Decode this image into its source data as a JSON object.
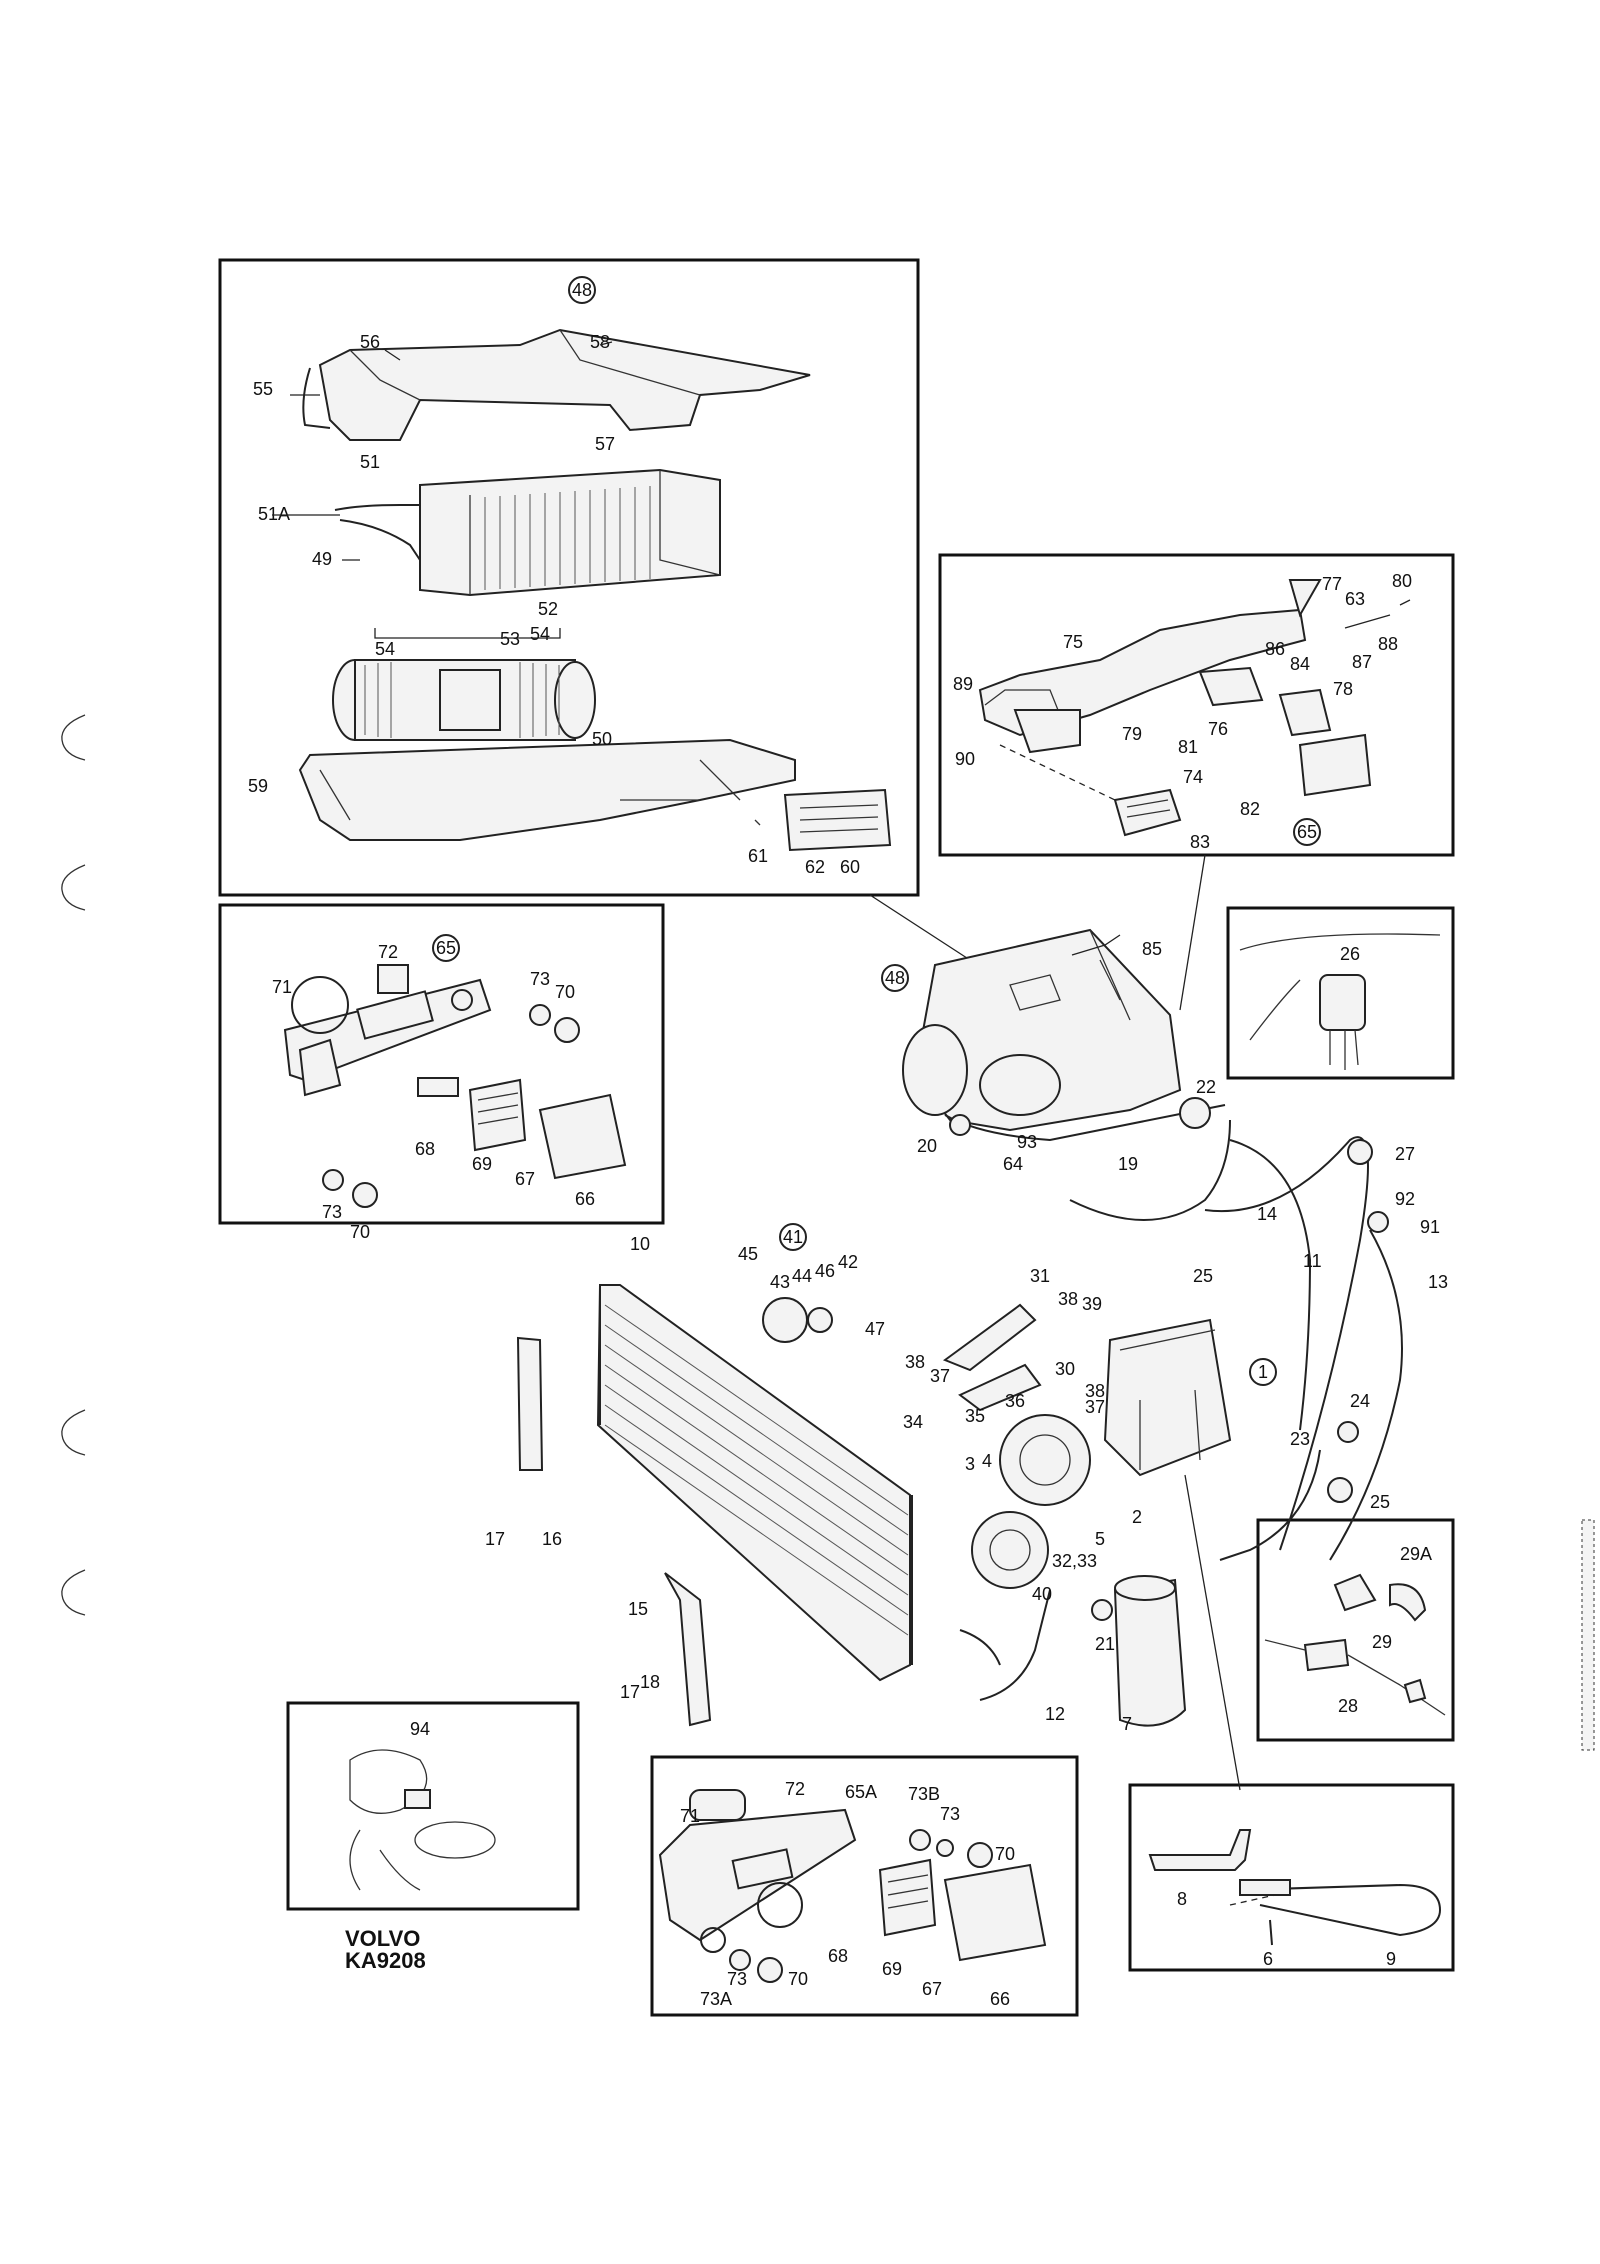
{
  "brand": {
    "make": "VOLVO",
    "code": "KA9208"
  },
  "insets": {
    "evaporator_unit": {
      "ref_circled": "48",
      "callouts": [
        "56",
        "58",
        "55",
        "57",
        "51",
        "51A",
        "49",
        "52",
        "53",
        "54",
        "54",
        "50",
        "59",
        "61",
        "62",
        "60"
      ]
    },
    "dash_panel": {
      "ref_circled": "65",
      "callouts": [
        "75",
        "77",
        "80",
        "63",
        "88",
        "87",
        "86",
        "84",
        "78",
        "89",
        "90",
        "79",
        "81",
        "76",
        "74",
        "82",
        "83"
      ]
    },
    "control_panel_1": {
      "ref_circled": "65",
      "callouts": [
        "72",
        "71",
        "73",
        "70",
        "68",
        "69",
        "67",
        "66",
        "73",
        "70"
      ]
    },
    "control_panel_2": {
      "callouts": [
        "72",
        "65A",
        "73B",
        "73",
        "70",
        "71",
        "68",
        "69",
        "67",
        "66",
        "73",
        "73A",
        "70"
      ]
    },
    "relay_detail": {
      "callouts": [
        "26"
      ]
    },
    "switch_detail": {
      "callouts": [
        "29A",
        "29",
        "28"
      ]
    },
    "bracket_detail": {
      "callouts": [
        "8",
        "6",
        "9"
      ]
    },
    "sensor_detail": {
      "callouts": [
        "94"
      ]
    }
  },
  "main_callouts": {
    "circled": [
      "48",
      "41",
      "1"
    ],
    "plain": [
      "85",
      "22",
      "27",
      "92",
      "91",
      "20",
      "93",
      "64",
      "19",
      "14",
      "11",
      "13",
      "25",
      "10",
      "45",
      "43",
      "44",
      "46",
      "42",
      "47",
      "31",
      "38",
      "39",
      "38",
      "37",
      "30",
      "38",
      "37",
      "24",
      "23",
      "25",
      "36",
      "35",
      "34",
      "4",
      "3",
      "2",
      "5",
      "32,33",
      "40",
      "21",
      "7",
      "16",
      "17",
      "15",
      "17",
      "18",
      "12"
    ]
  }
}
